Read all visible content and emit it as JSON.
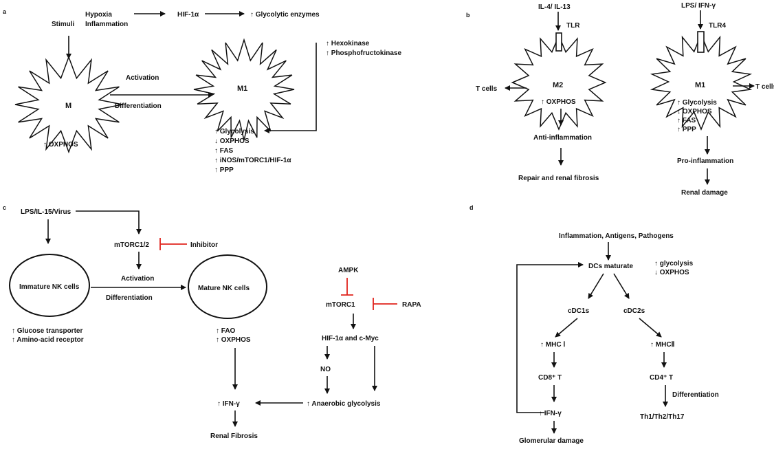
{
  "panels": {
    "a": {
      "letter": "a",
      "stimuli": "Stimuli",
      "hypoxia": "Hypoxia",
      "inflammation": "Inflammation",
      "hif": "HIF-1α",
      "glycolytic_enzymes": "↑ Glycolytic enzymes",
      "hexokinase": "↑ Hexokinase",
      "pfk": "↑ Phosphofructokinase",
      "m": "M",
      "m1": "M1",
      "activation": "Activation",
      "differentiation": "Differentiation",
      "m_oxphos": "↑ OXPHOS",
      "m1_metabolism": [
        "↑ Glycolysis",
        "↓ OXPHOS",
        "↑ FAS",
        "↑ iNOS/mTORC1/HIF-1α",
        "↑ PPP"
      ]
    },
    "b": {
      "letter": "b",
      "il": "IL-4/ IL-13",
      "tlr": "TLR",
      "m2": "M2",
      "t_cells_left": "T cells",
      "m2_oxphos": "↑ OXPHOS",
      "anti": "Anti-inflammation",
      "repair": "Repair and renal fibrosis",
      "lps": "LPS/ IFN-γ",
      "tlr4": "TLR4",
      "m1": "M1",
      "t_cells_right": "T cells",
      "m1_metabolism": [
        "↑ Glycolysis",
        "↓ OXPHOS",
        "↑ FAS",
        "↑ PPP"
      ],
      "pro": "Pro-inflammation",
      "renal_damage": "Renal damage"
    },
    "c": {
      "letter": "c",
      "lps": "LPS/IL-15/Virus",
      "mtorc12": "mTORC1/2",
      "inhibitor": "Inhibitor",
      "immature": "Immature NK cells",
      "mature": "Mature NK cells",
      "activation": "Activation",
      "differentiation": "Differentiation",
      "immature_notes": [
        "↑ Glucose transporter",
        "↑ Amino-acid receptor"
      ],
      "mature_notes": [
        "↑ FAO",
        "↑ OXPHOS"
      ],
      "ampk": "AMPK",
      "mtorc1": "mTORC1",
      "rapa": "RAPA",
      "hif_myc": "HIF-1α and c-Myc",
      "no": "NO",
      "anaerobic": "↑ Anaerobic glycolysis",
      "ifn": "↑ IFN-γ",
      "fibrosis": "Renal Fibrosis"
    },
    "d": {
      "letter": "d",
      "inflammation": "Inflammation, Antigens, Pathogens",
      "dcs": "DCs maturate",
      "dcs_notes": [
        "↑ glycolysis",
        "↓ OXPHOS"
      ],
      "cdc1s": "cDC1s",
      "cdc2s": "cDC2s",
      "mhc1": "↑ MHC Ⅰ",
      "mhc2": "↑ MHCⅡ",
      "cd8": "CD8⁺ T",
      "cd4": "CD4⁺ T",
      "differentiation": "Differentiation",
      "ifn": "↑ IFN-γ",
      "th": "Th1/Th2/Th17",
      "glomerular": "Glomerular damage"
    }
  },
  "colors": {
    "ink": "#111111",
    "inhibit": "#e0221b"
  }
}
